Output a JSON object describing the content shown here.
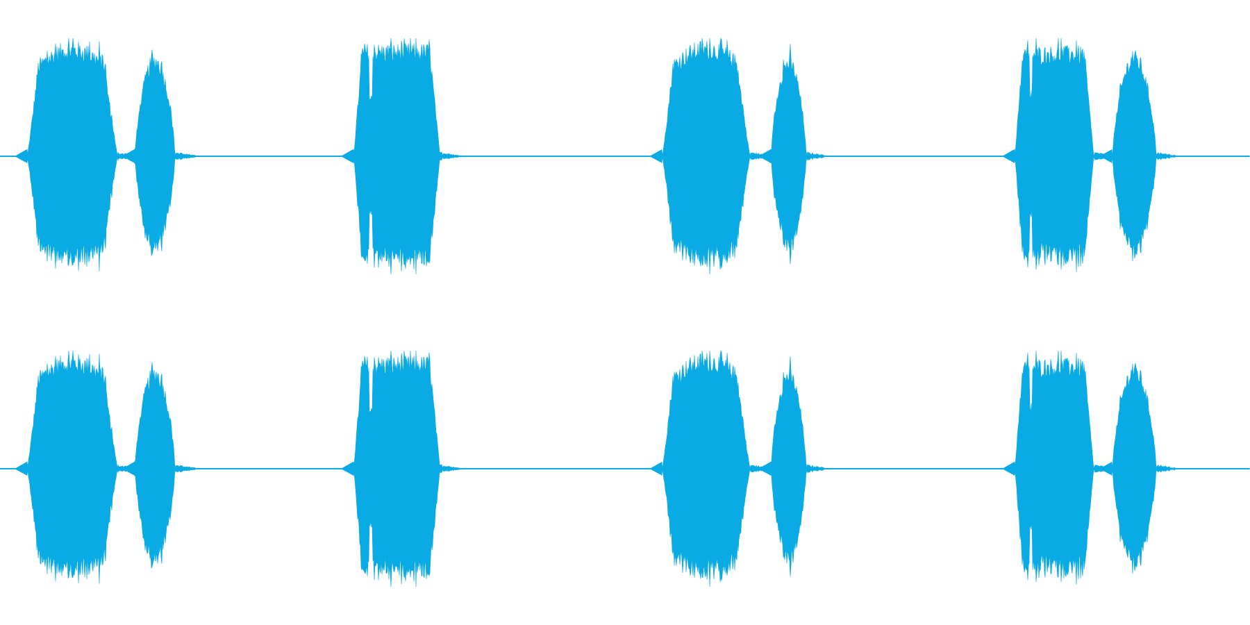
{
  "waveform": {
    "color": "#0aabe4",
    "background": "#ffffff",
    "channels": [
      {
        "id": "left"
      },
      {
        "id": "right"
      }
    ],
    "bursts": [
      {
        "start": 0.022,
        "end": 0.094,
        "peak": 0.98,
        "shape": "swell"
      },
      {
        "start": 0.108,
        "end": 0.14,
        "peak": 0.88,
        "shape": "peak"
      },
      {
        "start": 0.283,
        "end": 0.352,
        "peak": 0.96,
        "shape": "double"
      },
      {
        "start": 0.53,
        "end": 0.6,
        "peak": 0.99,
        "shape": "swell"
      },
      {
        "start": 0.617,
        "end": 0.645,
        "peak": 0.86,
        "shape": "peak"
      },
      {
        "start": 0.812,
        "end": 0.875,
        "peak": 0.94,
        "shape": "double"
      },
      {
        "start": 0.89,
        "end": 0.925,
        "peak": 0.9,
        "shape": "peak"
      }
    ]
  }
}
